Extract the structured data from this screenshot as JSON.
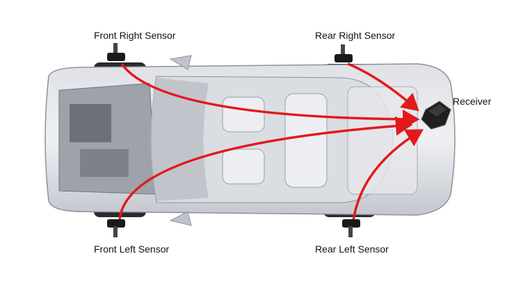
{
  "labels": {
    "front_right": "Front Right Sensor",
    "rear_right": "Rear Right Sensor",
    "receiver": "Receiver",
    "front_left": "Front Left Sensor",
    "rear_left": "Rear Left Sensor"
  },
  "colors": {
    "arrow": "#e3191b",
    "car_body": "#c9ccd3",
    "sensor": "#1a1a1a"
  }
}
